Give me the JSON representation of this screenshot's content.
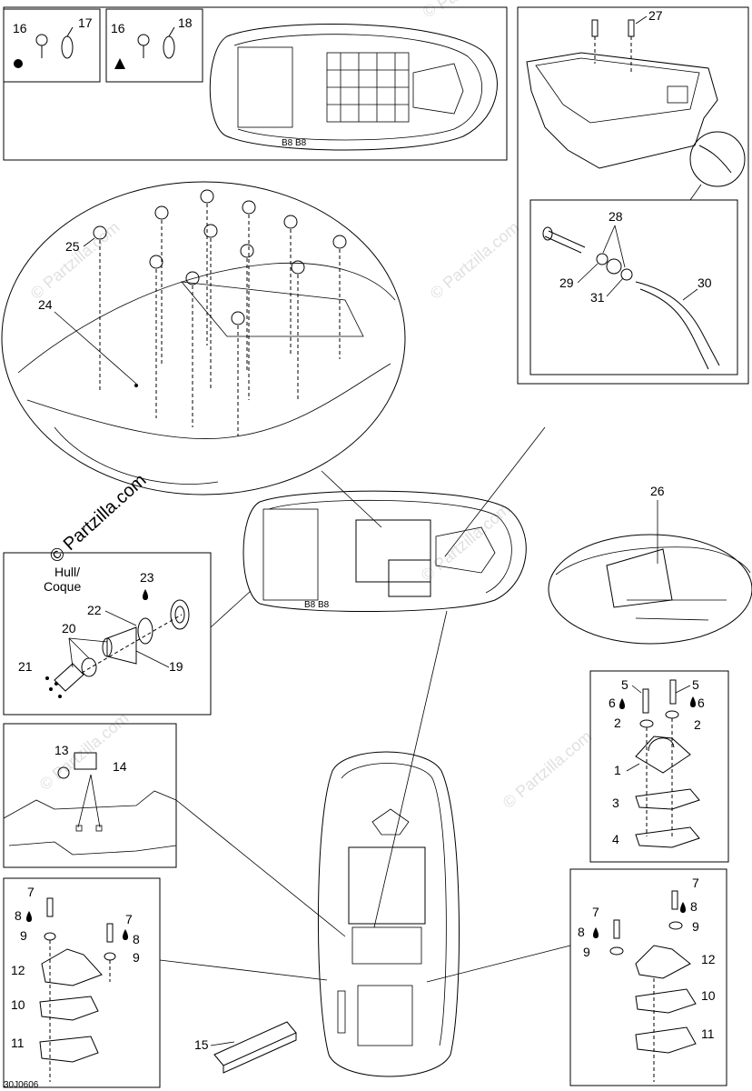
{
  "diagram_code": "30J0606",
  "watermark": "© Partzilla.com",
  "callouts": {
    "c1": "1",
    "c2a": "2",
    "c2b": "2",
    "c3": "3",
    "c4": "4",
    "c5a": "5",
    "c5b": "5",
    "c6a": "6",
    "c6b": "6",
    "c7a": "7",
    "c7b": "7",
    "c7c": "7",
    "c7d": "7",
    "c8a": "8",
    "c8b": "8",
    "c8c": "8",
    "c8d": "8",
    "c9a": "9",
    "c9b": "9",
    "c9c": "9",
    "c9d": "9",
    "c10a": "10",
    "c10b": "10",
    "c11a": "11",
    "c11b": "11",
    "c12a": "12",
    "c12b": "12",
    "c13": "13",
    "c14": "14",
    "c15": "15",
    "c16a": "16",
    "c16b": "16",
    "c17": "17",
    "c18": "18",
    "c19": "19",
    "c20": "20",
    "c21": "21",
    "c22": "22",
    "c23": "23",
    "c24": "24",
    "c25": "25",
    "c26": "26",
    "c27": "27",
    "c28": "28",
    "c29": "29",
    "c30": "30",
    "c31": "31"
  },
  "hull_label": {
    "line1": "Hull/",
    "line2": "Coque"
  },
  "legend_symbols": {
    "circle": "●",
    "triangle": "▲",
    "drop": "💧"
  },
  "hull_marking": "B8 B8"
}
